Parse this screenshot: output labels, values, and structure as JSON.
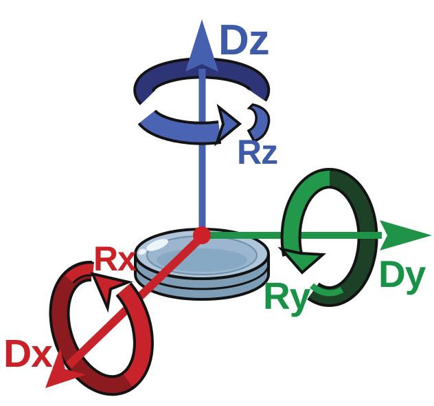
{
  "labels": {
    "dz": "Dz",
    "rz": "Rz",
    "dy": "Dy",
    "ry": "Ry",
    "dx": "Dx",
    "rx": "Rx"
  },
  "colors": {
    "z_axis": "#4560AF",
    "z_band": "#4A63B2",
    "z_band_dark": "#2D3577",
    "z_label": "#3E5BA9",
    "y_axis": "#1F9347",
    "y_band": "#21984A",
    "y_band_dark": "#1D4126",
    "y_label": "#189245",
    "x_axis": "#C8222A",
    "x_band": "#C8222A",
    "x_band_dark": "#8C1B20",
    "x_label": "#CC2027",
    "lens_top": "#AFC6DA",
    "lens_dome": "#9BB6CE",
    "lens_dome_inner": "#87A9C3",
    "lens_side": "#7E9EB8",
    "lens_highlight": "#EDF4F8",
    "origin_dot": "#CE2127",
    "outline": "#131313",
    "background": "#FFFFFF"
  }
}
